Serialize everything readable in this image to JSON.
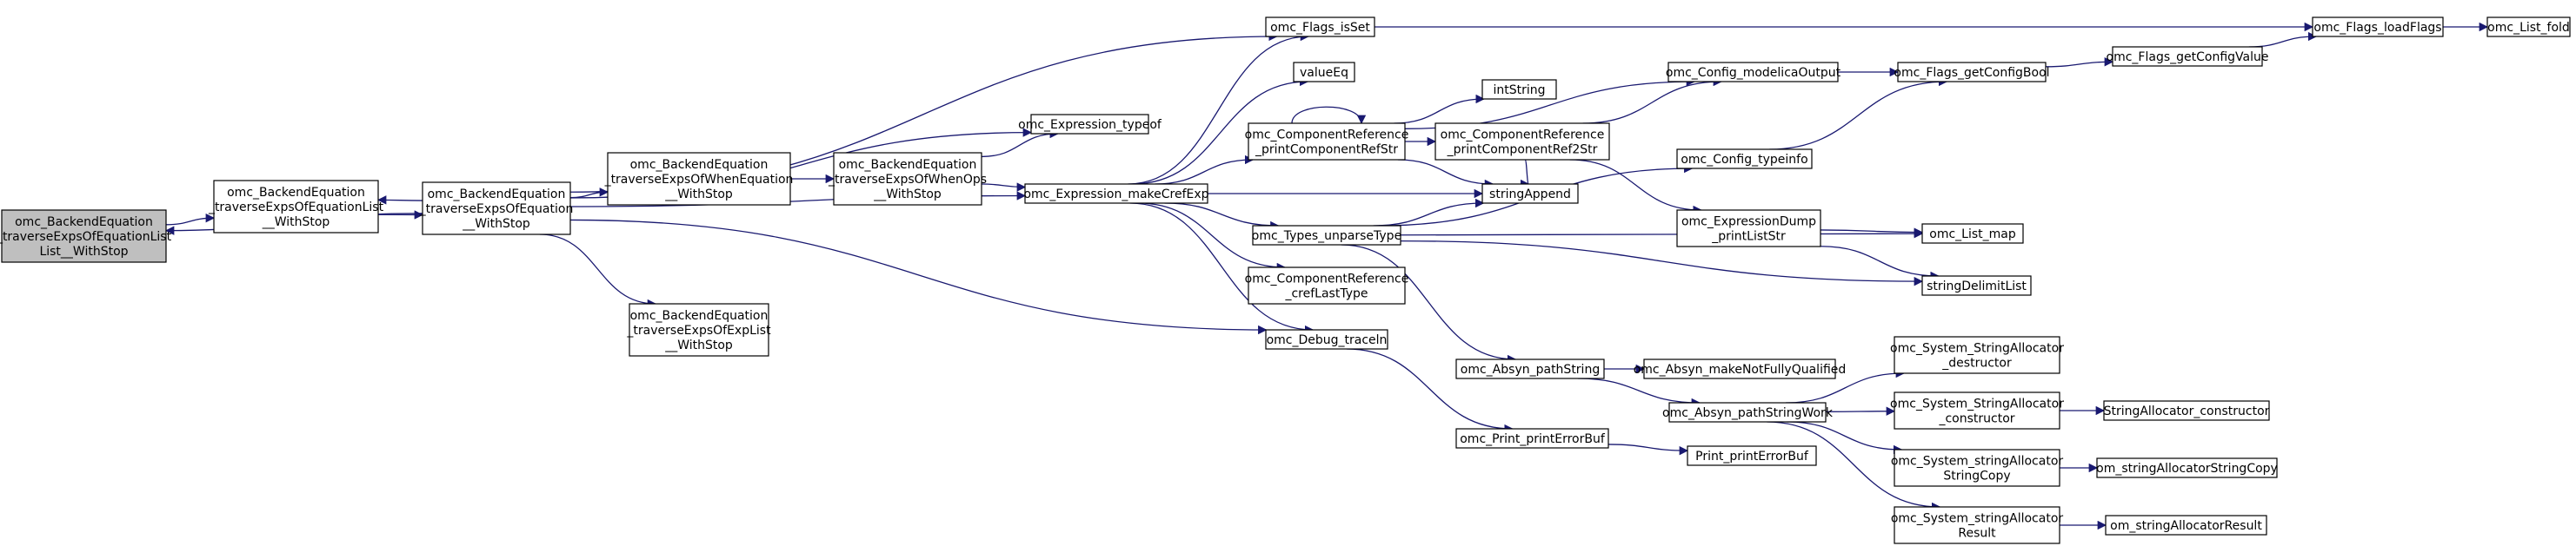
{
  "graph": {
    "nodes": [
      {
        "id": "root",
        "lines": [
          "omc_BackendEquation",
          "_traverseExpsOfEquationList",
          "List__WithStop"
        ]
      },
      {
        "id": "eqlist",
        "lines": [
          "omc_BackendEquation",
          "_traverseExpsOfEquationList",
          "__WithStop"
        ]
      },
      {
        "id": "eq",
        "lines": [
          "omc_BackendEquation",
          "_traverseExpsOfEquation",
          "__WithStop"
        ]
      },
      {
        "id": "wheneq",
        "lines": [
          "omc_BackendEquation",
          "_traverseExpsOfWhenEquation",
          "__WithStop"
        ]
      },
      {
        "id": "whenops",
        "lines": [
          "omc_BackendEquation",
          "_traverseExpsOfWhenOps",
          "__WithStop"
        ]
      },
      {
        "id": "explist",
        "lines": [
          "omc_BackendEquation",
          "_traverseExpsOfExpList",
          "__WithStop"
        ]
      },
      {
        "id": "typeof",
        "lines": [
          "omc_Expression_typeof"
        ]
      },
      {
        "id": "makecref",
        "lines": [
          "omc_Expression_makeCrefExp"
        ]
      },
      {
        "id": "isset",
        "lines": [
          "omc_Flags_isSet"
        ]
      },
      {
        "id": "valueeq",
        "lines": [
          "valueEq"
        ]
      },
      {
        "id": "crefstr",
        "lines": [
          "omc_ComponentReference",
          "_printComponentRefStr"
        ]
      },
      {
        "id": "stringappend",
        "lines": [
          "stringAppend"
        ]
      },
      {
        "id": "unparse",
        "lines": [
          "omc_Types_unparseType"
        ]
      },
      {
        "id": "creflast",
        "lines": [
          "omc_ComponentReference",
          "_crefLastType"
        ]
      },
      {
        "id": "tracein",
        "lines": [
          "omc_Debug_traceln"
        ]
      },
      {
        "id": "intstring",
        "lines": [
          "intString"
        ]
      },
      {
        "id": "cref2str",
        "lines": [
          "omc_ComponentReference",
          "_printComponentRef2Str"
        ]
      },
      {
        "id": "modoutput",
        "lines": [
          "omc_Config_modelicaOutput"
        ]
      },
      {
        "id": "typeinfo",
        "lines": [
          "omc_Config_typeinfo"
        ]
      },
      {
        "id": "liststr",
        "lines": [
          "omc_ExpressionDump",
          "_printListStr"
        ]
      },
      {
        "id": "pathstring",
        "lines": [
          "omc_Absyn_pathString"
        ]
      },
      {
        "id": "notfully",
        "lines": [
          "omc_Absyn_makeNotFullyQualified"
        ]
      },
      {
        "id": "pathwork",
        "lines": [
          "omc_Absyn_pathStringWork"
        ]
      },
      {
        "id": "errorbuf",
        "lines": [
          "omc_Print_printErrorBuf"
        ]
      },
      {
        "id": "perrbuf",
        "lines": [
          "Print_printErrorBuf"
        ]
      },
      {
        "id": "getbool",
        "lines": [
          "omc_Flags_getConfigBool"
        ]
      },
      {
        "id": "getvalue",
        "lines": [
          "omc_Flags_getConfigValue"
        ]
      },
      {
        "id": "loadflags",
        "lines": [
          "omc_Flags_loadFlags"
        ]
      },
      {
        "id": "listfold",
        "lines": [
          "omc_List_fold"
        ]
      },
      {
        "id": "listmap",
        "lines": [
          "omc_List_map"
        ]
      },
      {
        "id": "delimit",
        "lines": [
          "stringDelimitList"
        ]
      },
      {
        "id": "destructor",
        "lines": [
          "omc_System_StringAllocator",
          "_destructor"
        ]
      },
      {
        "id": "constructor",
        "lines": [
          "omc_System_StringAllocator",
          "_constructor"
        ]
      },
      {
        "id": "saconstructor",
        "lines": [
          "StringAllocator_constructor"
        ]
      },
      {
        "id": "sacopy",
        "lines": [
          "omc_System_stringAllocator",
          "StringCopy"
        ]
      },
      {
        "id": "omcopy",
        "lines": [
          "om_stringAllocatorStringCopy"
        ]
      },
      {
        "id": "saresult",
        "lines": [
          "omc_System_stringAllocator",
          "Result"
        ]
      },
      {
        "id": "omresult",
        "lines": [
          "om_stringAllocatorResult"
        ]
      }
    ],
    "edges": [
      [
        "root",
        "eqlist"
      ],
      [
        "eqlist",
        "eq"
      ],
      [
        "eq",
        "eqlist"
      ],
      [
        "eq",
        "root"
      ],
      [
        "eq",
        "isset"
      ],
      [
        "eq",
        "typeof"
      ],
      [
        "eq",
        "makecref"
      ],
      [
        "eq",
        "wheneq"
      ],
      [
        "eq",
        "explist"
      ],
      [
        "eq",
        "tracein"
      ],
      [
        "wheneq",
        "whenops"
      ],
      [
        "whenops",
        "typeof"
      ],
      [
        "whenops",
        "makecref"
      ],
      [
        "makecref",
        "isset"
      ],
      [
        "makecref",
        "valueeq"
      ],
      [
        "makecref",
        "crefstr"
      ],
      [
        "makecref",
        "stringappend"
      ],
      [
        "makecref",
        "unparse"
      ],
      [
        "makecref",
        "creflast"
      ],
      [
        "makecref",
        "tracein"
      ],
      [
        "crefstr",
        "crefstr"
      ],
      [
        "crefstr",
        "intstring"
      ],
      [
        "crefstr",
        "cref2str"
      ],
      [
        "crefstr",
        "modoutput"
      ],
      [
        "crefstr",
        "stringappend"
      ],
      [
        "cref2str",
        "modoutput"
      ],
      [
        "cref2str",
        "liststr"
      ],
      [
        "cref2str",
        "stringappend"
      ],
      [
        "unparse",
        "stringappend"
      ],
      [
        "unparse",
        "typeinfo"
      ],
      [
        "unparse",
        "listmap"
      ],
      [
        "unparse",
        "delimit"
      ],
      [
        "unparse",
        "pathstring"
      ],
      [
        "tracein",
        "errorbuf"
      ],
      [
        "errorbuf",
        "perrbuf"
      ],
      [
        "pathstring",
        "notfully"
      ],
      [
        "pathstring",
        "pathwork"
      ],
      [
        "pathwork",
        "destructor"
      ],
      [
        "pathwork",
        "constructor"
      ],
      [
        "pathwork",
        "sacopy"
      ],
      [
        "pathwork",
        "saresult"
      ],
      [
        "constructor",
        "saconstructor"
      ],
      [
        "sacopy",
        "omcopy"
      ],
      [
        "saresult",
        "omresult"
      ],
      [
        "modoutput",
        "getbool"
      ],
      [
        "typeinfo",
        "getbool"
      ],
      [
        "getbool",
        "getvalue"
      ],
      [
        "getvalue",
        "loadflags"
      ],
      [
        "isset",
        "loadflags"
      ],
      [
        "loadflags",
        "listfold"
      ],
      [
        "liststr",
        "listmap"
      ],
      [
        "liststr",
        "delimit"
      ]
    ]
  }
}
